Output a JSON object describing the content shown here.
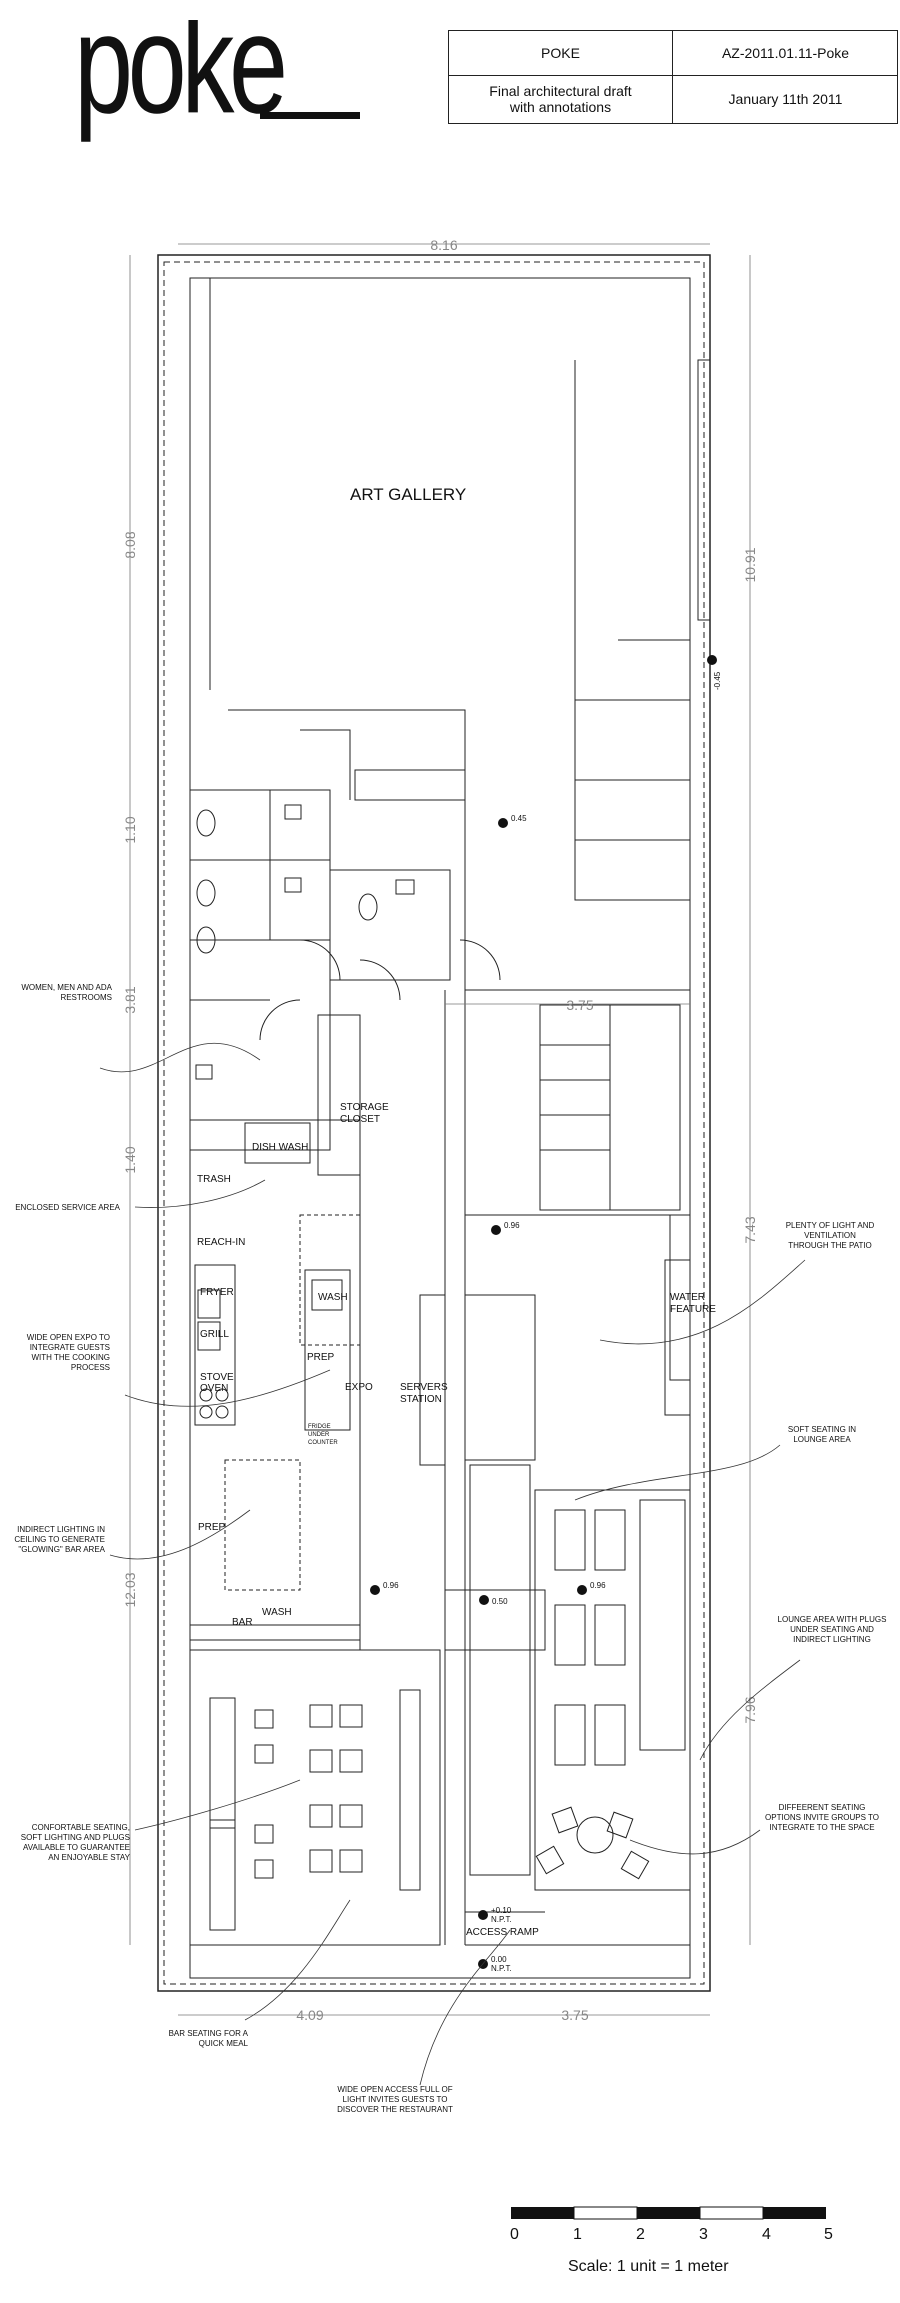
{
  "logo": {
    "text": "poke"
  },
  "title_block": {
    "project": "POKE",
    "code": "AZ-2011.01.11-Poke",
    "description_line1": "Final architectural draft",
    "description_line2": "with annotations",
    "date": "January 11th 2011"
  },
  "rooms": {
    "art_gallery": "ART GALLERY",
    "storage_line1": "STORAGE",
    "storage_line2": "CLOSET",
    "dish_wash": "DISH WASH",
    "trash": "TRASH",
    "reach_in": "REACH-IN",
    "fryer": "FRYER",
    "grill": "GRILL",
    "stove_line1": "STOVE",
    "stove_line2": "OVEN",
    "wash_upper": "WASH",
    "prep_upper": "PREP",
    "expo": "EXPO",
    "fridge_line1": "FRIDGE",
    "fridge_line2": "UNDER",
    "fridge_line3": "COUNTER",
    "prep_lower": "PREP",
    "wash_lower": "WASH",
    "bar": "BAR",
    "servers_line1": "SERVERS",
    "servers_line2": "STATION",
    "water_line1": "WATER",
    "water_line2": "FEATURE",
    "access_ramp": "ACCESS RAMP"
  },
  "dimensions": {
    "top_width": "8.16",
    "left_top": "8.08",
    "left_restroom_a": "1.10",
    "left_restroom_b": "3.81",
    "left_service": "1.40",
    "left_main": "12.03",
    "right_top": "10.91",
    "right_mid": "7.43",
    "right_lounge": "7.96",
    "bottom_left": "4.09",
    "bottom_right": "3.75",
    "inner_corridor": "3.75"
  },
  "levels": {
    "upper_right": "-0.45",
    "gallery": "0.45",
    "mid": "0.96",
    "kitchen": "0.96",
    "corridor": "0.50",
    "lounge": "0.96",
    "ramp_top": "+0.10",
    "ramp_top_npt": "N.P.T.",
    "ramp_bottom": "0.00",
    "ramp_bottom_npt": "N.P.T."
  },
  "annotations": {
    "restrooms": [
      "WOMEN, MEN AND ADA",
      "RESTROOMS"
    ],
    "service": [
      "ENCLOSED SERVICE AREA"
    ],
    "expo": [
      "WIDE OPEN EXPO TO",
      "INTEGRATE GUESTS",
      "WITH THE COOKING",
      "PROCESS"
    ],
    "lighting": [
      "INDIRECT LIGHTING IN",
      "CEILING TO GENERATE",
      "\"GLOWING\" BAR AREA"
    ],
    "seating": [
      "CONFORTABLE SEATING,",
      "SOFT LIGHTING AND PLUGS",
      "AVAILABLE TO GUARANTEE",
      "AN ENJOYABLE STAY"
    ],
    "bar_seating": [
      "BAR SEATING FOR A",
      "QUICK MEAL"
    ],
    "access": [
      "WIDE OPEN ACCESS FULL OF",
      "LIGHT INVITES GUESTS TO",
      "DISCOVER THE RESTAURANT"
    ],
    "patio": [
      "PLENTY OF LIGHT AND",
      "VENTILATION",
      "THROUGH THE PATIO"
    ],
    "soft_seating": [
      "SOFT SEATING IN",
      "LOUNGE AREA"
    ],
    "lounge": [
      "LOUNGE AREA WITH PLUGS",
      "UNDER SEATING AND",
      "INDIRECT LIGHTING"
    ],
    "different": [
      "DIFFEERENT SEATING",
      "OPTIONS INVITE GROUPS TO",
      "INTEGRATE TO THE SPACE"
    ]
  },
  "scale": {
    "ticks": [
      "0",
      "1",
      "2",
      "3",
      "4",
      "5"
    ],
    "label": "Scale: 1 unit = 1 meter"
  }
}
